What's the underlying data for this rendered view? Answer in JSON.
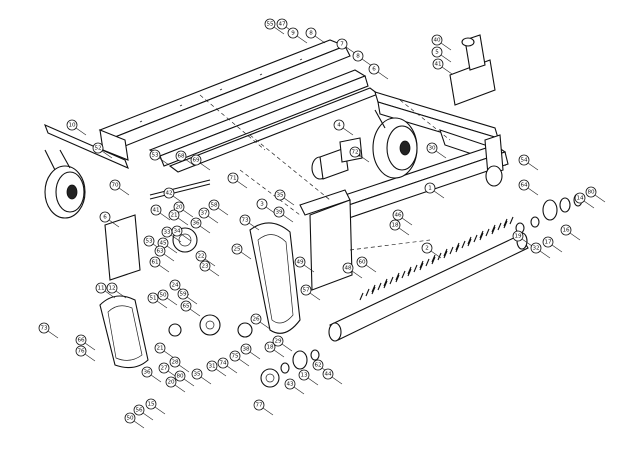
{
  "callouts": [
    "55",
    "47",
    "9",
    "8",
    "7",
    "8",
    "6",
    "40",
    "5",
    "41",
    "10",
    "52",
    "70",
    "53",
    "68",
    "69",
    "4",
    "72",
    "30",
    "54",
    "64",
    "42",
    "20",
    "41",
    "71",
    "21",
    "3",
    "35",
    "73",
    "1",
    "46",
    "18",
    "6",
    "33",
    "34",
    "22",
    "23",
    "58",
    "37",
    "36",
    "25",
    "53",
    "61",
    "45",
    "63",
    "49",
    "48",
    "60",
    "2",
    "39",
    "80",
    "14",
    "16",
    "17",
    "32",
    "19",
    "11",
    "12",
    "50",
    "51",
    "24",
    "59",
    "57",
    "65",
    "73",
    "66",
    "21",
    "76",
    "26",
    "18",
    "29",
    "28",
    "27",
    "36",
    "35",
    "31",
    "74",
    "75",
    "38",
    "20",
    "80",
    "43",
    "13",
    "44",
    "62",
    "77",
    "50",
    "56",
    "15"
  ]
}
